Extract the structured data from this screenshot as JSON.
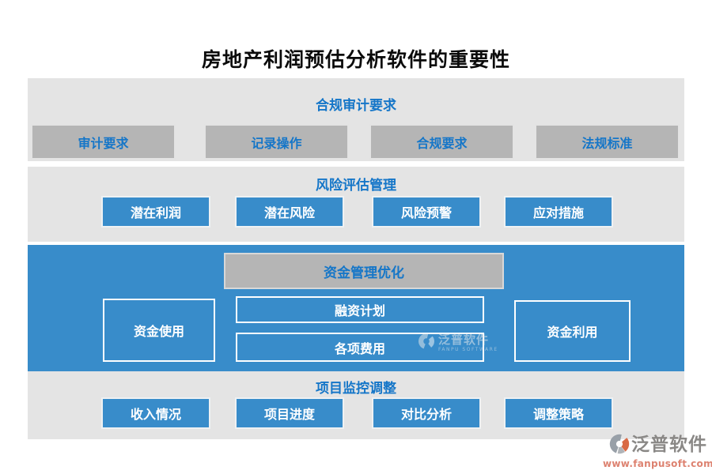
{
  "page_title": "房地产利润预估分析软件的重要性",
  "sections": {
    "compliance": {
      "header": "合规审计要求",
      "items": [
        "审计要求",
        "记录操作",
        "合规要求",
        "法规标准"
      ]
    },
    "risk": {
      "header": "风险评估管理",
      "items": [
        "潜在利润",
        "潜在风险",
        "风险预警",
        "应对措施"
      ]
    },
    "funding": {
      "header": "资金管理优化",
      "left_box": "资金使用",
      "middle_boxes": [
        "融资计划",
        "各项费用"
      ],
      "right_box": "资金利用"
    },
    "monitoring": {
      "header": "项目监控调整",
      "items": [
        "收入情况",
        "项目进度",
        "对比分析",
        "调整策略"
      ]
    }
  },
  "watermark": {
    "brand": "泛普软件",
    "subtext": "FANPU SOFTWARE"
  },
  "footer": {
    "brand": "泛普软件",
    "url": "www.fanpusoft.com"
  },
  "colors": {
    "accent_blue": "#388cca",
    "header_text_blue": "#1576c8",
    "section_gray": "#e4e4e4",
    "box_gray": "#b5b5b5",
    "brand_gray": "#8a8886",
    "url_salmon": "#dd8270",
    "logo_orange": "#d96a45"
  }
}
